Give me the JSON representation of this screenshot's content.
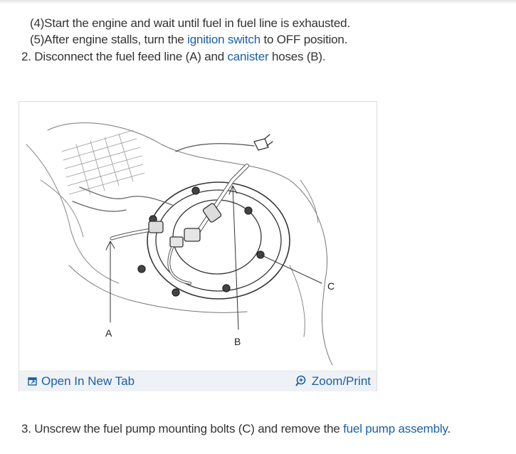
{
  "steps": {
    "step4": "(4)Start the engine and wait until fuel in fuel line is exhausted.",
    "step5_before": "(5)After engine stalls, turn the ",
    "step5_link": "ignition switch",
    "step5_after": " to OFF position.",
    "step2_before": "2. Disconnect the fuel feed line (A) and ",
    "step2_link": "canister",
    "step2_after": " hoses (B).",
    "step3_before": "3. Unscrew the fuel pump mounting bolts (C) and remove the ",
    "step3_link": "fuel pump assembly",
    "step3_after": "."
  },
  "figure": {
    "labels": {
      "a": "A",
      "b": "B",
      "c": "C"
    },
    "open_tab_label": "Open In New Tab",
    "zoom_print_label": "Zoom/Print",
    "icons": {
      "open_tab": "open-in-new-tab-icon",
      "zoom": "zoom-in-icon"
    }
  },
  "colors": {
    "link": "#1a5fa8",
    "text": "#333333",
    "footer_bg": "#eef2f6"
  }
}
